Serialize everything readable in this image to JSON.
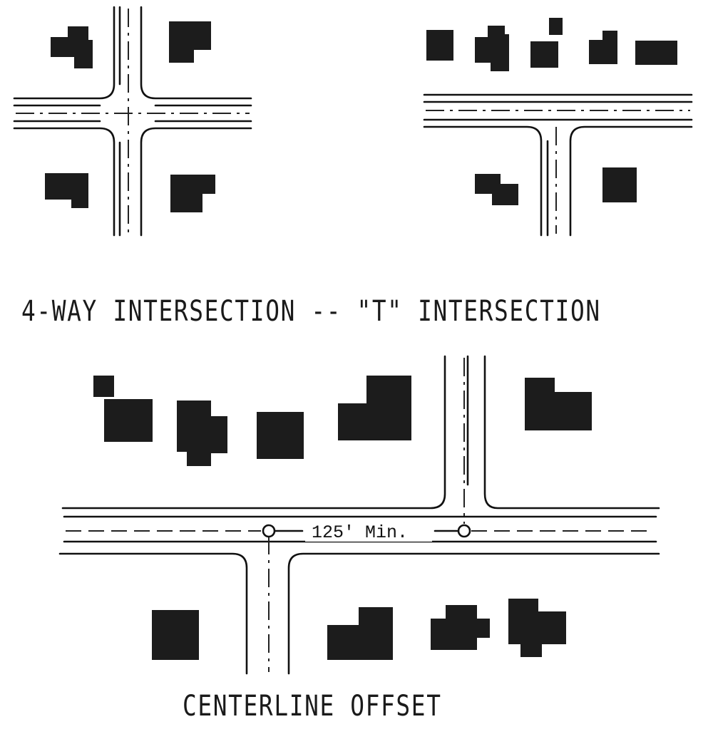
{
  "captions": {
    "intersection_types": "4-WAY INTERSECTION -- \"T\" INTERSECTION",
    "offset": "CENTERLINE OFFSET"
  },
  "dimension": {
    "offset_label": "125' Min."
  },
  "colors": {
    "ink": "#111111",
    "building_fill": "#1c1c1c",
    "background": "#ffffff"
  }
}
